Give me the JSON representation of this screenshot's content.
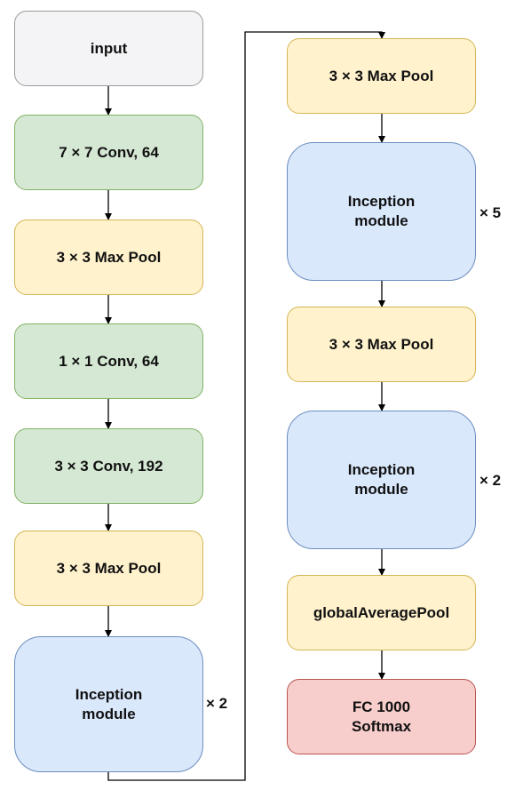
{
  "colors": {
    "input": "#f4f4f6",
    "conv": "#d5e8d4",
    "pool": "#fff2cc",
    "inception": "#dae8fc",
    "output": "#f8cecc"
  },
  "nodes": {
    "input": "input",
    "conv7": "7 × 7 Conv, 64",
    "pool1": "3 × 3 Max Pool",
    "conv1": "1 × 1 Conv, 64",
    "conv3": "3 × 3 Conv, 192",
    "pool2": "3 × 3 Max Pool",
    "inception1": "Inception\nmodule",
    "pool3": "3 × 3 Max Pool",
    "inception2": "Inception\nmodule",
    "pool4": "3 × 3 Max Pool",
    "inception3": "Inception\nmodule",
    "gap": "globalAveragePool",
    "fc": "FC 1000\nSoftmax"
  },
  "multipliers": {
    "inception1": "× 2",
    "inception2": "× 5",
    "inception3": "× 2"
  }
}
